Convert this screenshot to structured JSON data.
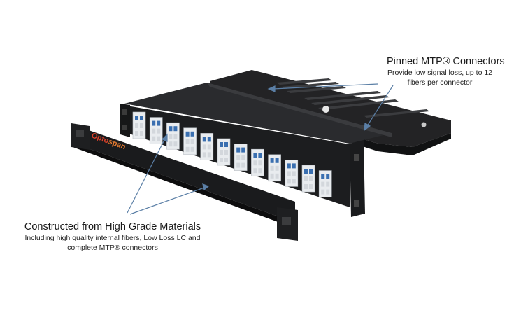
{
  "callouts": {
    "mtp": {
      "title": "Pinned MTP® Connectors",
      "desc_line1": "Provide low signal loss, up to 12",
      "desc_line2": "fibers per connector"
    },
    "materials": {
      "title": "Constructed from High Grade Materials",
      "desc_line1": "Including high quality internal fibers, Low Loss LC and",
      "desc_line2": "complete MTP® connectors"
    }
  },
  "product": {
    "brand_part1": "Opto",
    "brand_part2": "span",
    "adapter_count": 12
  },
  "colors": {
    "chassis": "#1c1d1f",
    "chassis_top": "#2a2b2e",
    "tray": "#262628",
    "adapter": "#e9ecef",
    "port": "#3a6fb0",
    "arrow": "#5b7fa6",
    "brand_red": "#d8402a",
    "brand_orange": "#e0782f"
  }
}
